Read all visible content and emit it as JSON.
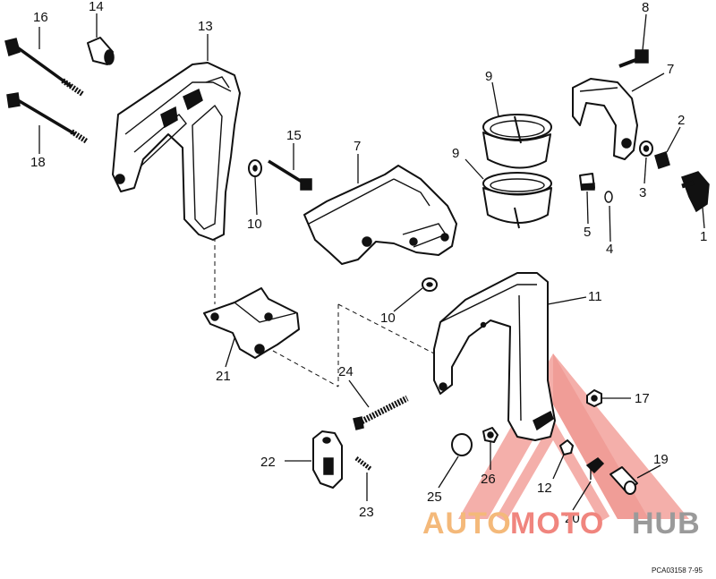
{
  "labels": {
    "l1": "1",
    "l2": "2",
    "l3": "3",
    "l4": "4",
    "l5": "5",
    "l7a": "7",
    "l7b": "7",
    "l8": "8",
    "l9a": "9",
    "l9b": "9",
    "l10a": "10",
    "l10b": "10",
    "l11": "11",
    "l12": "12",
    "l13": "13",
    "l14": "14",
    "l15": "15",
    "l16": "16",
    "l17": "17",
    "l18": "18",
    "l19": "19",
    "l20": "20",
    "l21": "21",
    "l22": "22",
    "l23": "23",
    "l24": "24",
    "l25": "25",
    "l26": "26"
  },
  "watermark": {
    "auto": "AUTO",
    "moto": "MOTO",
    "hub": "HUB",
    "color_auto": "#f4b97a",
    "color_moto": "#f0857e",
    "color_hub": "#9a9a9a",
    "triangle_color": "#f3a29c"
  },
  "figure_code": "PCA03158  7-95"
}
